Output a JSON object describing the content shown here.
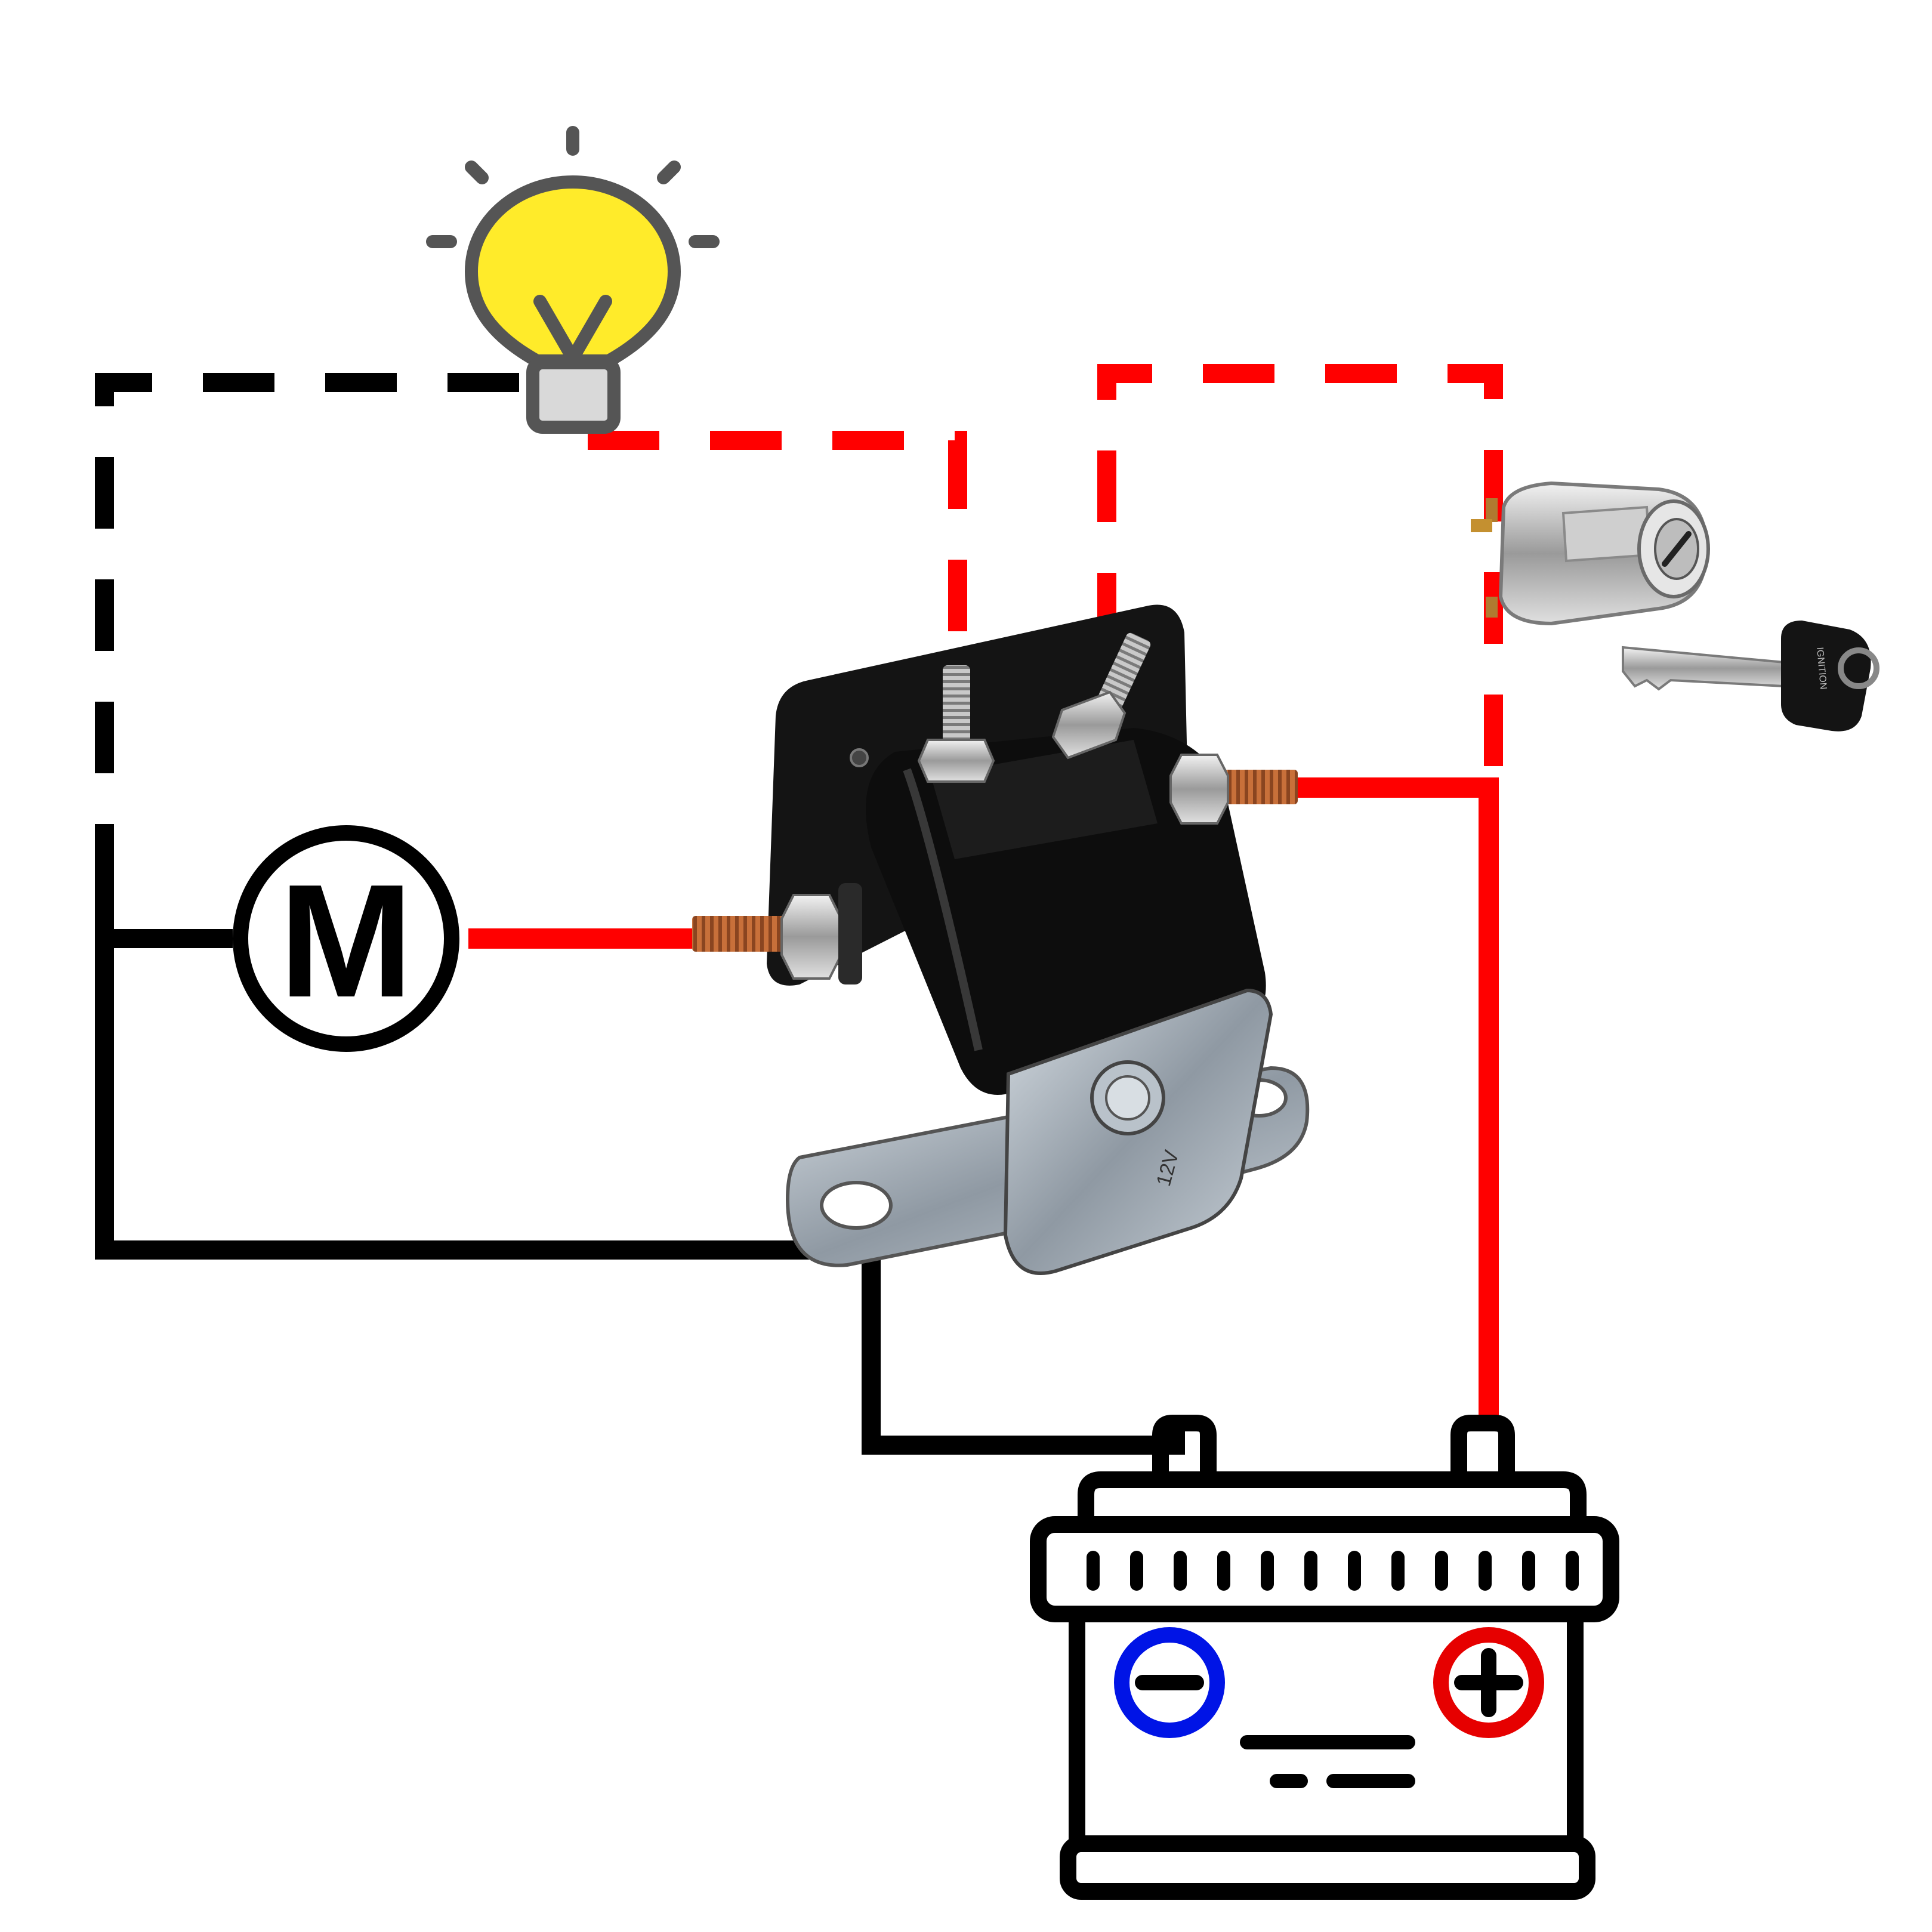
{
  "diagram": {
    "motor_symbol_letter": "M",
    "solenoid_rating_label": "12V",
    "ignition_key_label": "IGNITION",
    "battery_negative_symbol": "−",
    "battery_positive_symbol": "+"
  },
  "colors": {
    "wire_ground": "#000000",
    "wire_positive": "#ff0000",
    "bulb_glass": "#ffeb2a",
    "bulb_outline": "#555555",
    "bulb_base": "#d9d9d9",
    "battery_negative": "#0014e6",
    "battery_positive": "#e60000",
    "solenoid_body": "#111111",
    "copper_stud": "#c8703a",
    "zinc_plate": "#a9b3bd"
  },
  "icons": [
    "light-bulb-icon",
    "motor-symbol",
    "solenoid-relay",
    "ignition-switch-icon",
    "ignition-key-icon",
    "car-battery-icon"
  ]
}
